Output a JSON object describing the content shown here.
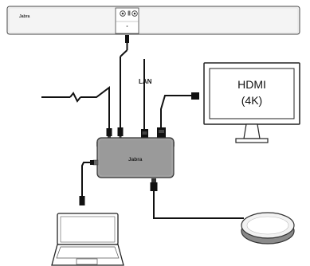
{
  "soundbar": {
    "brand": "Jabra"
  },
  "hub": {
    "brand": "Jabra"
  },
  "lan": {
    "label": "LAN"
  },
  "monitor": {
    "line1": "HDMI",
    "line2": "(4K)"
  },
  "colors": {
    "cable": "#111111",
    "device_gray": "#9a9a9a",
    "soundbar_fill": "#f4f4f4",
    "outline": "#333333"
  }
}
